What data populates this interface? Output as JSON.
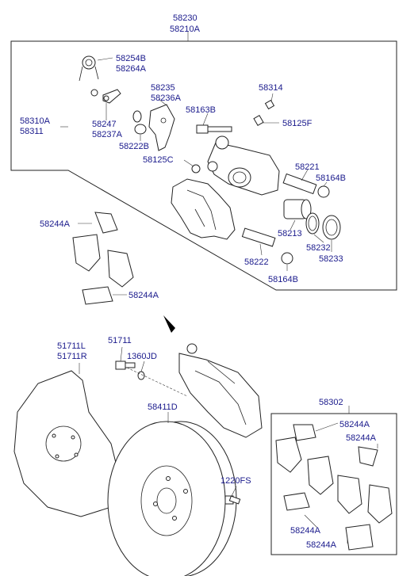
{
  "labels": {
    "assembly_a": "58230",
    "assembly_b": "58210A",
    "spring_a": "58254B",
    "spring_b": "58264A",
    "bracket_a": "58235",
    "bracket_b": "58236A",
    "clip_a": "58247",
    "clip_b": "58237A",
    "bolt_163b": "58163B",
    "bolt_314": "58314",
    "cap_125f": "58125F",
    "carrier_a": "58310A",
    "carrier_b": "58311",
    "bush_222b": "58222B",
    "cap_125c": "58125C",
    "pin_221": "58221",
    "boot_164b_top": "58164B",
    "shim_244a_top": "58244A",
    "piston_213": "58213",
    "seal_232": "58232",
    "ring_233": "58233",
    "pin_222": "58222",
    "boot_164b_bottom": "58164B",
    "shim_244a_lower": "58244A",
    "shield_a": "51711L",
    "shield_b": "51711R",
    "bolt_51711": "51711",
    "washer_1360jd": "1360JD",
    "disc_58411d": "58411D",
    "kit_58302": "58302",
    "kit_244a_1": "58244A",
    "kit_244a_2": "58244A",
    "kit_244a_3": "58244A",
    "kit_244a_4": "58244A",
    "screw_1220fs": "1220FS"
  }
}
